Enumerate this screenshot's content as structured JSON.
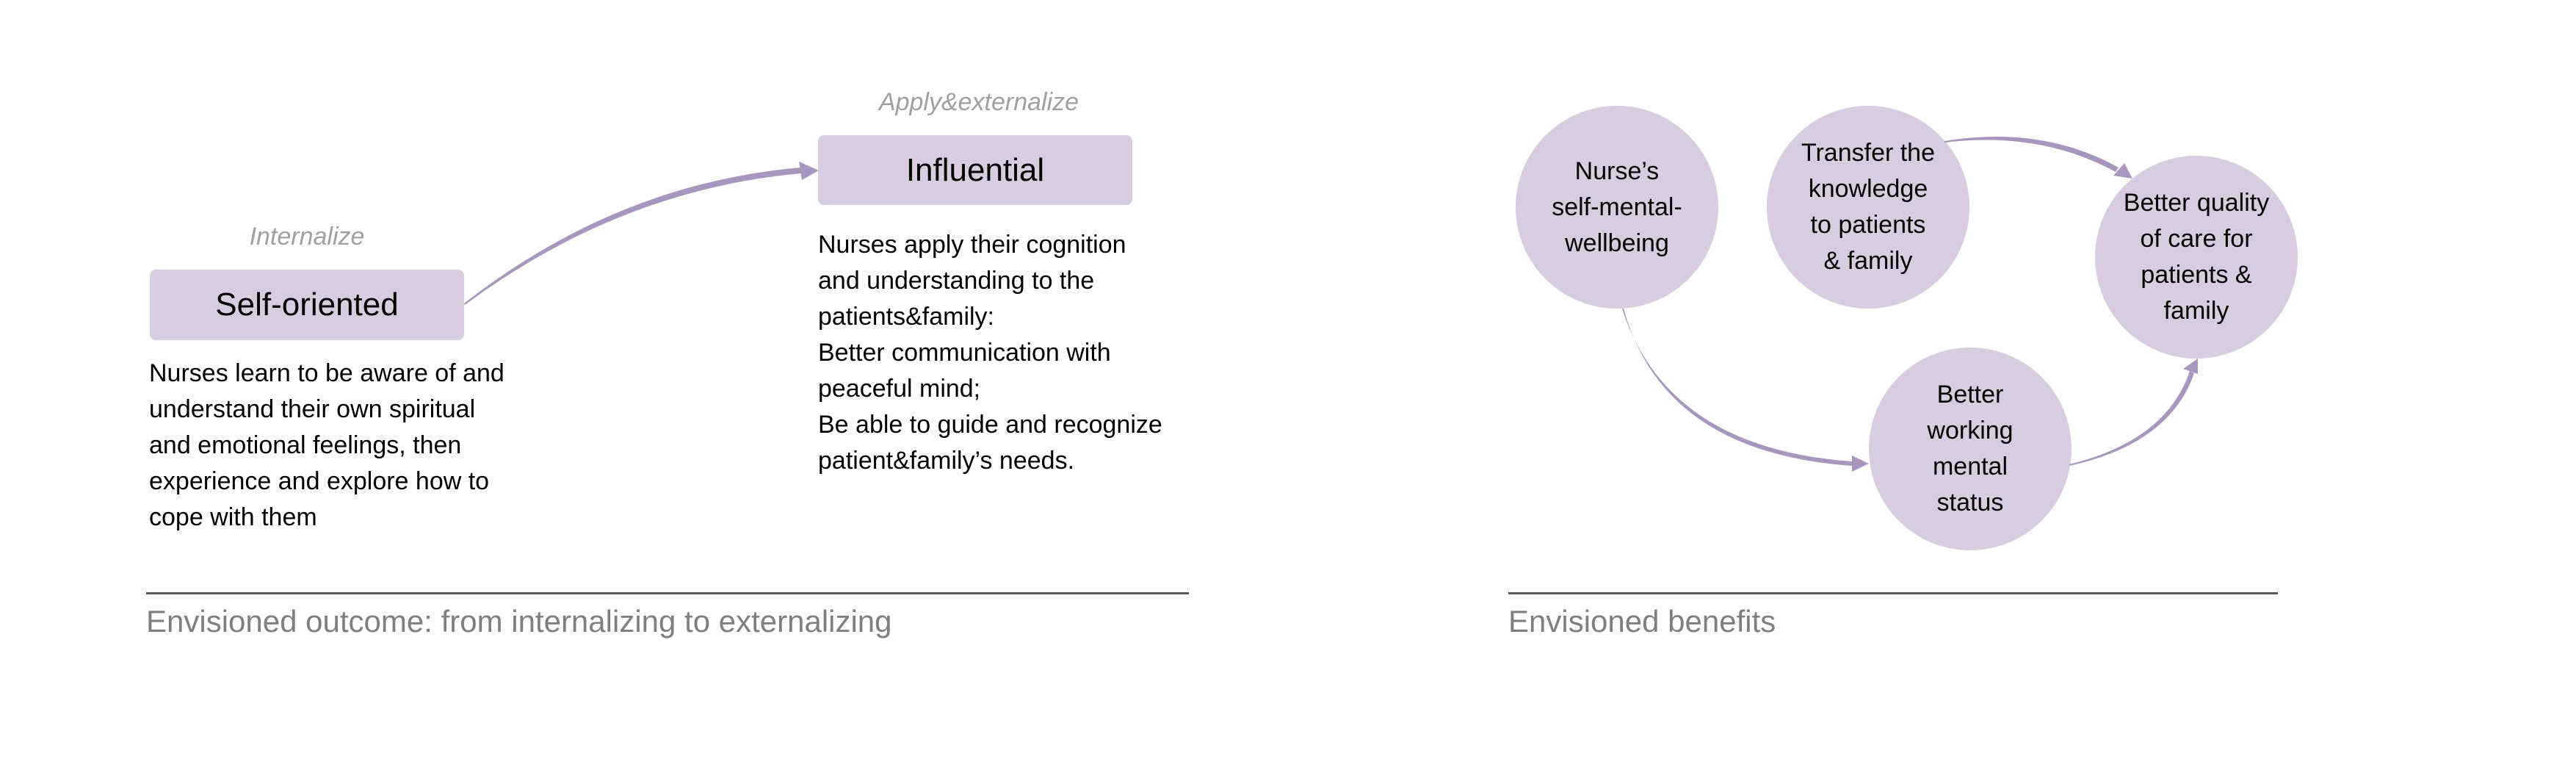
{
  "colors": {
    "node_fill": "#d8cce0",
    "arrow": "#a896bf",
    "stage_label": "#a0a0a0",
    "caption": "#7f7f7f",
    "divider": "#5a5a5a"
  },
  "outcome_panel": {
    "stages": [
      {
        "label": "Internalize",
        "title": "Self-oriented",
        "description_lines": [
          "Nurses learn to be aware of and",
          "understand their own spiritual",
          "and emotional feelings, then",
          "experience and explore how to",
          "cope with them"
        ]
      },
      {
        "label": "Apply&externalize",
        "title": "Influential",
        "description_lines": [
          "Nurses apply their cognition",
          "and understanding to the",
          "patients&family:",
          "Better communication with",
          "peaceful mind;",
          "Be able to guide and recognize",
          "patient&family’s needs."
        ]
      }
    ],
    "arrow": {
      "from": "Self-oriented",
      "to": "Influential"
    },
    "caption": "Envisioned outcome: from internalizing to externalizing"
  },
  "benefits_panel": {
    "nodes": [
      {
        "id": "self",
        "lines": [
          "Nurse’s",
          "self-mental-",
          "wellbeing"
        ]
      },
      {
        "id": "transfer",
        "lines": [
          "Transfer the",
          "knowledge",
          "to patients",
          "& family"
        ]
      },
      {
        "id": "quality",
        "lines": [
          "Better quality",
          "of care for",
          "patients &",
          "family"
        ]
      },
      {
        "id": "working",
        "lines": [
          "Better",
          "working",
          "mental",
          "status"
        ]
      }
    ],
    "edges": [
      {
        "from": "transfer",
        "to": "quality"
      },
      {
        "from": "self",
        "to": "working"
      },
      {
        "from": "working",
        "to": "quality"
      }
    ],
    "caption": "Envisioned benefits"
  }
}
